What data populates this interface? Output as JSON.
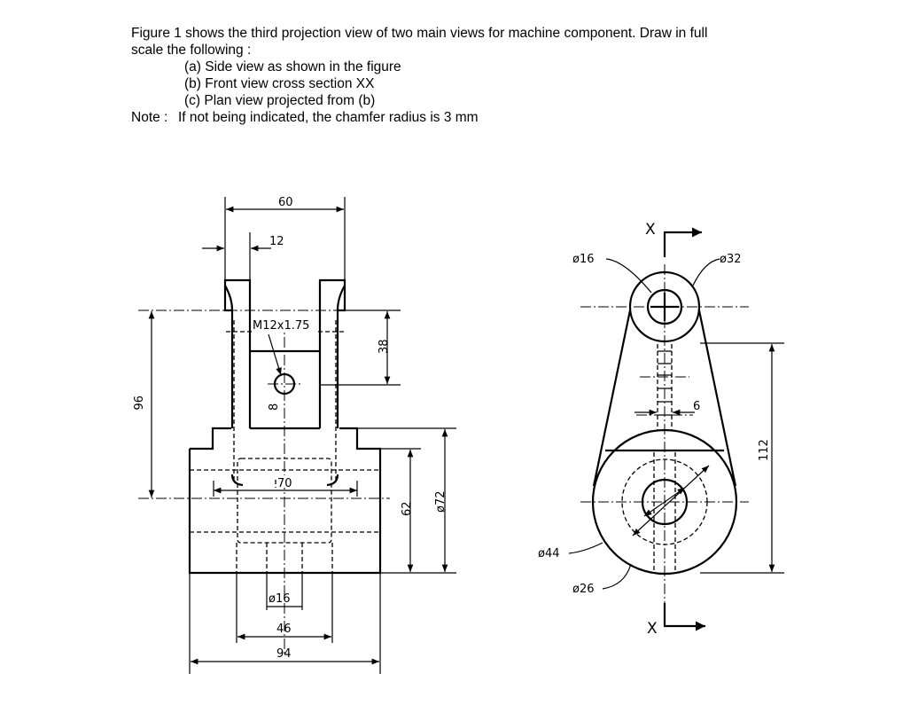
{
  "instructions": {
    "paragraph_line1": "Figure 1 shows the third projection view of two main views for machine component. Draw in full",
    "paragraph_line2": "scale the following :",
    "items": [
      "(a)  Side view as shown in the figure",
      "(b)  Front view cross section XX",
      "(c)  Plan view projected from (b)"
    ],
    "note_label": "Note :",
    "note_text": "If not being indicated, the chamfer radius is 3 mm"
  },
  "drawing": {
    "left_view_dimensions": {
      "width_top": "60",
      "slot_width": "12",
      "thread": "M12x1.75",
      "hole_dia": "8",
      "slot_depth": "38",
      "overall_height": "96",
      "boss_center": "70",
      "base_height": "62",
      "boss_dia": "ø72",
      "bore_dia": "ø16",
      "inner_width": "46",
      "base_width": "94"
    },
    "right_view_dimensions": {
      "section_mark_top": "X",
      "section_mark_bottom": "X",
      "top_bore_dia": "ø16",
      "top_boss_dia": "ø32",
      "rib_thickness": "6",
      "center_distance": "112",
      "large_boss_dia": "ø44",
      "large_bore_dia": "ø26"
    }
  }
}
